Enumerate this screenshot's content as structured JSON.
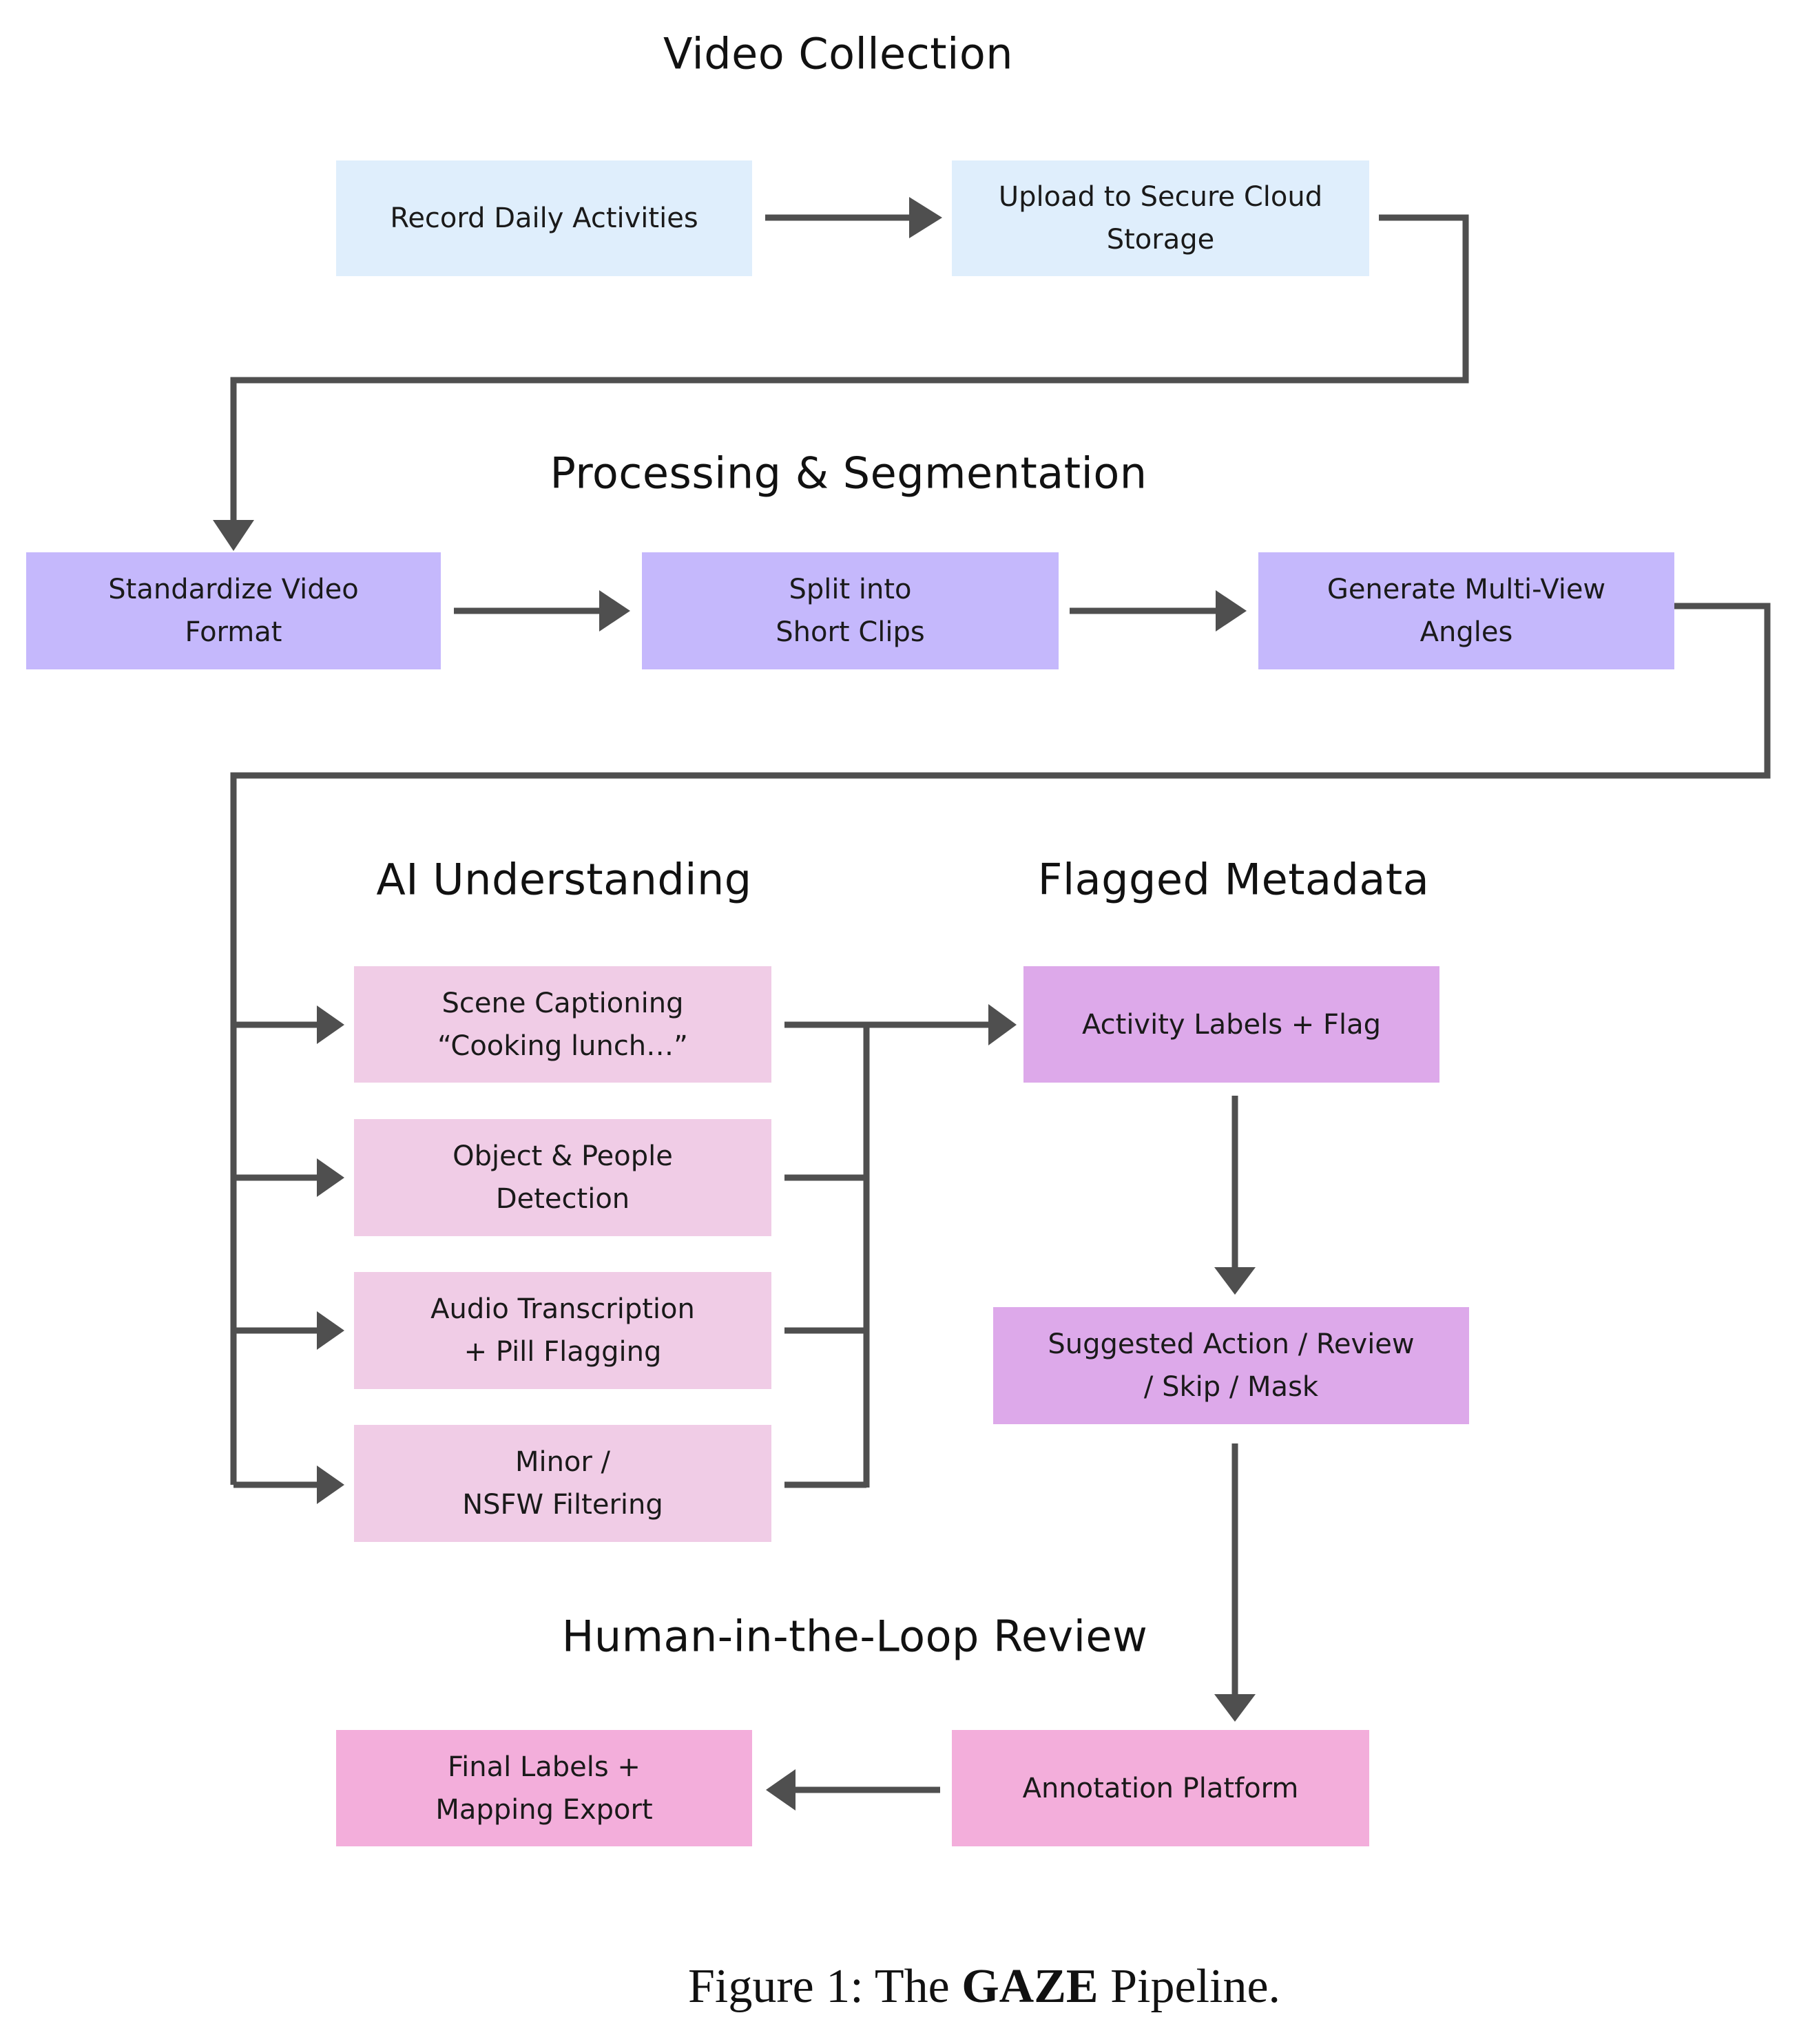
{
  "colors": {
    "collection": "#dfeefc",
    "processing": "#c5b8fc",
    "ai": "#f0cce6",
    "flagged": "#dda9ea",
    "review": "#f3aedb",
    "connector": "#4f4f4f"
  },
  "sections": {
    "collection": "Video Collection",
    "processing": "Processing & Segmentation",
    "ai": "AI Understanding",
    "flagged": "Flagged Metadata",
    "review": "Human-in-the-Loop Review"
  },
  "nodes": {
    "record": "Record Daily Activities",
    "upload": "Upload to Secure Cloud\nStorage",
    "standardize": "Standardize Video\nFormat",
    "split": "Split into\nShort Clips",
    "multiview": "Generate Multi-View\nAngles",
    "captioning": "Scene Captioning\n“Cooking lunch…”",
    "detection": "Object & People\nDetection",
    "audio": "Audio Transcription\n+ Pill Flagging",
    "filtering": "Minor /\nNSFW Filtering",
    "activity": "Activity Labels + Flag",
    "suggested": "Suggested Action / Review\n/ Skip / Mask",
    "annotation": "Annotation Platform",
    "final": "Final Labels +\nMapping Export"
  },
  "caption": {
    "prefix": "Figure 1: The ",
    "bold": "GAZE",
    "suffix": " Pipeline."
  }
}
